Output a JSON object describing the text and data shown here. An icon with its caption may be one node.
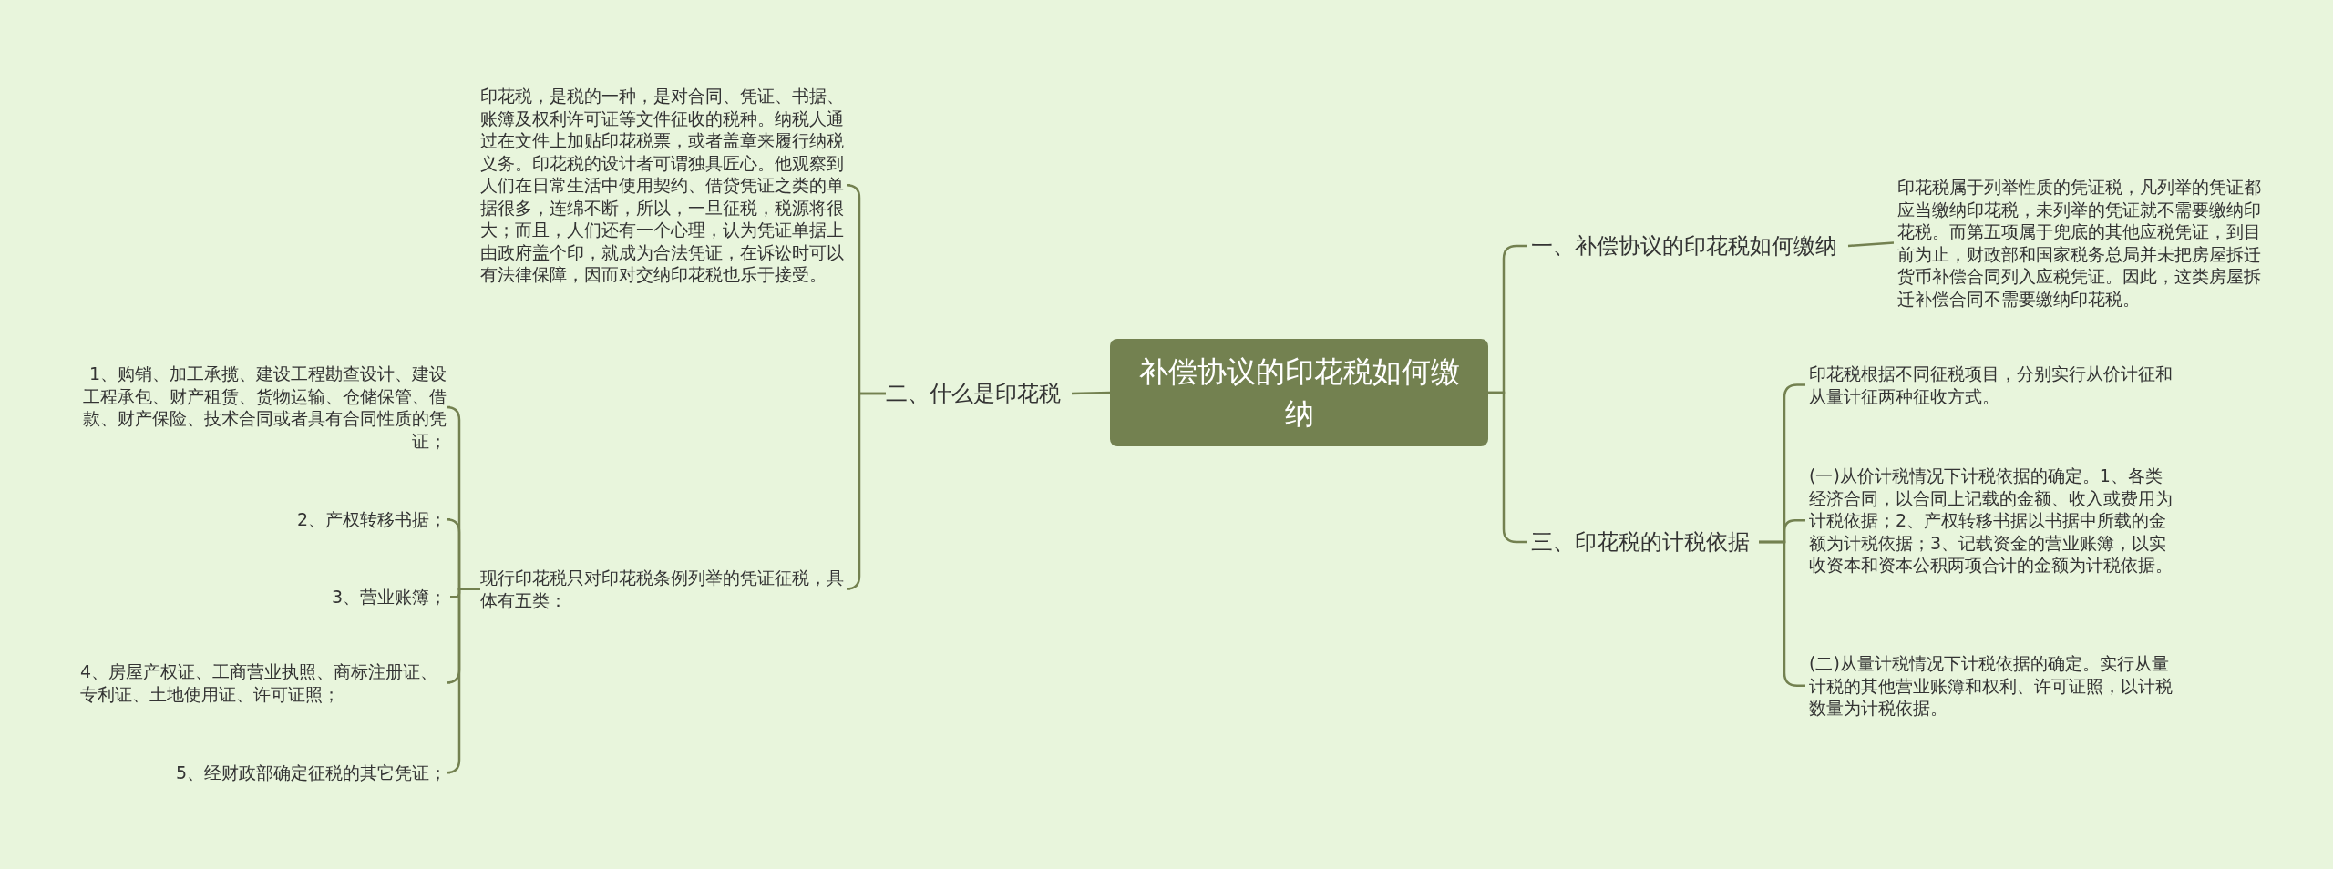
{
  "diagram": {
    "nodes": [
      {
        "text": [
          "补偿协议的印花税如何缴纳"
        ]
      },
      {
        "text": [
          "一、补偿协议的印花税如何缴纳"
        ]
      },
      {
        "text": [
          "印花税属于列举性质的凭证税，凡列举的凭证都应当缴纳印花税，未列举的凭证就不需要缴纳印花税。而第五项属于兜底的其他应税凭证，到目前为止，财政部和国家税务总局并未把房屋拆迁货币补偿合同列入应税凭证。因此，这类房屋拆迁补偿合同不需要缴纳印花税。"
        ]
      },
      {
        "text": [
          "三、印花税的计税依据"
        ]
      },
      {
        "text": [
          "印花税根据不同征税项目，分别实行从价计征和从量计征两种征收方式。"
        ]
      },
      {
        "text": [
          "(一)从价计税情况下计税依据的确定。1、各类经济合同，以合同上记载的金额、收入或费用为计税依据；2、产权转移书据以书据中所载的金额为计税依据；3、记载资金的营业账簿，以实收资本和资本公积两项合计的金额为计税依据。"
        ]
      },
      {
        "text": [
          "(二)从量计税情况下计税依据的确定。实行从量计税的其他营业账簿和权利、许可证照，以计税数量为计税依据。"
        ]
      },
      {
        "text": [
          "二、什么是印花税"
        ]
      },
      {
        "text": [
          "印花税，是税的一种，是对合同、凭证、书据、账簿及权利许可证等文件征收的税种。纳税人通过在文件上加贴印花税票，或者盖章来履行纳税义务。印花税的设计者可谓独具匠心。他观察到人们在日常生活中使用契约、借贷凭证之类的单据很多，连绵不断，所以，一旦征税，税源将很大；而且，人们还有一个心理，认为凭证单据上由政府盖个印，就成为合法凭证，在诉讼时可以有法律保障，因而对交纳印花税也乐于接受。"
        ]
      },
      {
        "text": [
          "现行印花税只对印花税条例列举的凭证征税，具体有五类："
        ]
      },
      {
        "text": [
          "1、购销、加工承揽、建设工程勘查设计、建设工程承包、财产租赁、货物运输、仓储保管、借款、财产保险、技术合同或者具有合同性质的凭证；"
        ]
      },
      {
        "text": [
          "2、产权转移书据；"
        ]
      },
      {
        "text": [
          "3、营业账簿；"
        ]
      },
      {
        "text": [
          "4、房屋产权证、工商营业执照、商标注册证、专利证、土地使用证、许可证照；"
        ]
      },
      {
        "text": [
          "5、经财政部确定征税的其它凭证；"
        ]
      }
    ],
    "edges": [
      {
        "from": 0,
        "to": 1,
        "arrow": "none"
      },
      {
        "from": 1,
        "to": 2,
        "arrow": "none"
      },
      {
        "from": 0,
        "to": 3,
        "arrow": "none"
      },
      {
        "from": 3,
        "to": 4,
        "arrow": "none"
      },
      {
        "from": 3,
        "to": 5,
        "arrow": "none"
      },
      {
        "from": 3,
        "to": 6,
        "arrow": "none"
      },
      {
        "from": 0,
        "to": 7,
        "arrow": "none"
      },
      {
        "from": 7,
        "to": 8,
        "arrow": "none"
      },
      {
        "from": 7,
        "to": 9,
        "arrow": "none"
      },
      {
        "from": 9,
        "to": 10,
        "arrow": "none"
      },
      {
        "from": 9,
        "to": 11,
        "arrow": "none"
      },
      {
        "from": 9,
        "to": 12,
        "arrow": "none"
      },
      {
        "from": 9,
        "to": 13,
        "arrow": "none"
      },
      {
        "from": 9,
        "to": 14,
        "arrow": "none"
      }
    ]
  }
}
